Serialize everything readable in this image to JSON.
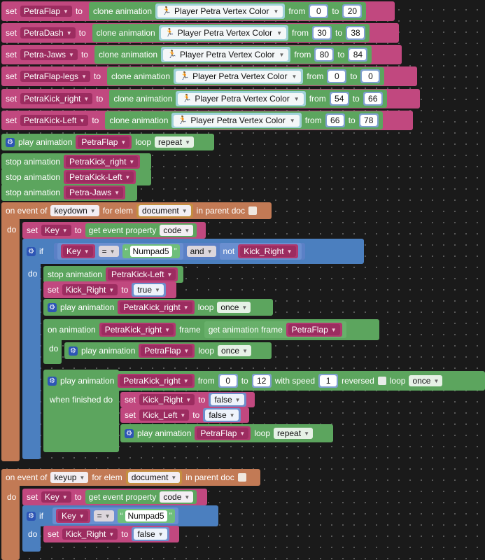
{
  "setup_rows": [
    {
      "var": "PetraFlap",
      "from": "0",
      "to": "20"
    },
    {
      "var": "PetraDash",
      "from": "30",
      "to": "38"
    },
    {
      "var": "Petra-Jaws",
      "from": "80",
      "to": "84"
    },
    {
      "var": "PetraFlap-legs",
      "from": "0",
      "to": "0"
    },
    {
      "var": "PetraKick_right",
      "from": "54",
      "to": "66"
    },
    {
      "var": "PetraKick-Left",
      "from": "66",
      "to": "78"
    }
  ],
  "labels": {
    "set": "set",
    "to": "to",
    "clone_animation": "clone animation",
    "from": "from",
    "play_animation": "play animation",
    "loop": "loop",
    "stop_animation": "stop animation",
    "on_event_of": "on event of",
    "for_elem": "for elem",
    "in_parent_doc": "in parent doc",
    "do": "do",
    "get_event_property": "get event property",
    "if": "if",
    "and": "and",
    "not": "not",
    "on_animation": "on animation",
    "frame": "frame",
    "get_animation_frame": "get animation frame",
    "with_speed": "with speed",
    "reversed": "reversed",
    "when_finished_do": "when finished do",
    "eq": "=",
    "quote_open": "“",
    "quote_close": "”"
  },
  "animation_source": "Player Petra Vertex Color",
  "play_initial": {
    "anim": "PetraFlap",
    "loop": "repeat"
  },
  "stop_list": [
    "PetraKick_right",
    "PetraKick-Left",
    "Petra-Jaws"
  ],
  "keydown_event": {
    "event": "keydown",
    "elem": "document",
    "set_var": "Key",
    "prop": "code",
    "if_left": "Key",
    "if_op": "=",
    "if_str": "Numpad5",
    "logic": "and",
    "not_var": "Kick_Right",
    "stop_anim": "PetraKick-Left",
    "set_kick": "Kick_Right",
    "set_kick_val": "true",
    "play1": {
      "anim": "PetraKick_right",
      "loop": "once"
    },
    "on_anim": "PetraKick_right",
    "frame_anim": "PetraFlap",
    "play2": {
      "anim": "PetraFlap",
      "loop": "once"
    },
    "play3": {
      "anim": "PetraKick_right",
      "from": "0",
      "to": "12",
      "speed": "1",
      "loop": "once"
    },
    "fin_set1": {
      "var": "Kick_Right",
      "val": "false"
    },
    "fin_set2": {
      "var": "Kick_Left",
      "val": "false"
    },
    "fin_play": {
      "anim": "PetraFlap",
      "loop": "repeat"
    }
  },
  "keyup_event": {
    "event": "keyup",
    "elem": "document",
    "set_var": "Key",
    "prop": "code",
    "if_left": "Key",
    "if_op": "=",
    "if_str": "Numpad5",
    "set_kick": "Kick_Right",
    "set_kick_val": "false"
  },
  "colors": {
    "variables": "#c1487f",
    "animation": "#5ca55e",
    "events": "#c27a55",
    "logic": "#4b7fbf"
  },
  "icons": {
    "gear": "gear-icon",
    "runner": "runner-icon",
    "caret": "chevron-down-icon"
  }
}
